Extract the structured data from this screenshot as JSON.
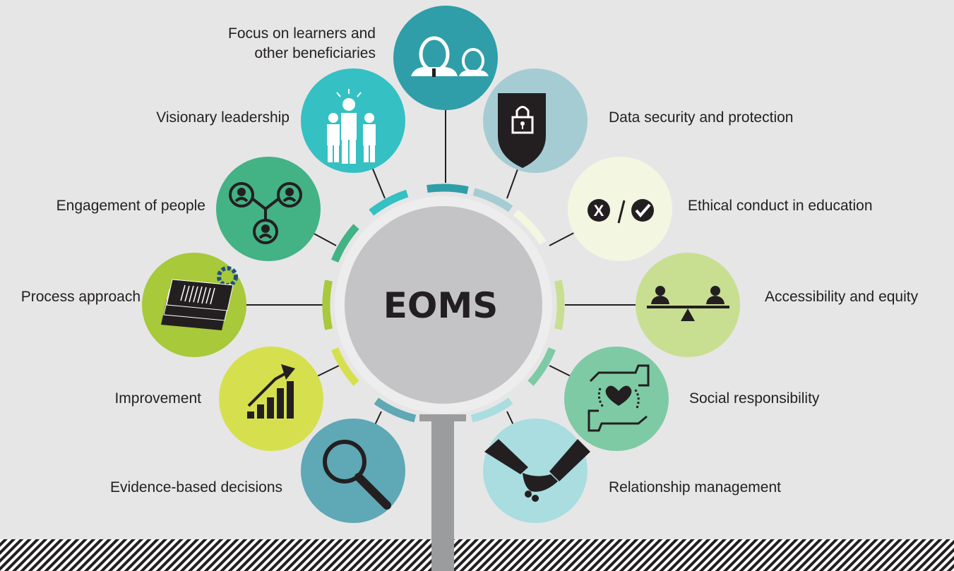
{
  "center": {
    "label": "EOMS",
    "color": "#c4c4c6"
  },
  "principles": [
    {
      "id": "focus",
      "lines": [
        "Focus on learners and",
        "other beneficiaries"
      ],
      "color": "#2f9ea8",
      "icon": "learners-icon"
    },
    {
      "id": "data-security",
      "lines": [
        "Data security and protection"
      ],
      "color": "#a6ccd3",
      "icon": "shield-lock-icon"
    },
    {
      "id": "ethical",
      "lines": [
        "Ethical conduct in education"
      ],
      "color": "#f3f6e1",
      "icon": "cross-check-icon"
    },
    {
      "id": "accessibility",
      "lines": [
        "Accessibility and equity"
      ],
      "color": "#c8df92",
      "icon": "balance-scale-icon"
    },
    {
      "id": "social",
      "lines": [
        "Social responsibility"
      ],
      "color": "#7ecaa5",
      "icon": "hands-heart-icon"
    },
    {
      "id": "relationship",
      "lines": [
        "Relationship management"
      ],
      "color": "#a9dddf",
      "icon": "handshake-icon"
    },
    {
      "id": "evidence",
      "lines": [
        "Evidence-based decisions"
      ],
      "color": "#5fa8b5",
      "icon": "magnifier-icon"
    },
    {
      "id": "improvement",
      "lines": [
        "Improvement"
      ],
      "color": "#d6e04f",
      "icon": "growth-chart-icon"
    },
    {
      "id": "process",
      "lines": [
        "Process approach"
      ],
      "color": "#a7c93a",
      "icon": "process-gear-icon"
    },
    {
      "id": "engagement",
      "lines": [
        "Engagement of people"
      ],
      "color": "#43b285",
      "icon": "people-network-icon"
    },
    {
      "id": "visionary",
      "lines": [
        "Visionary leadership"
      ],
      "color": "#35c0c3",
      "icon": "leaders-icon"
    }
  ]
}
